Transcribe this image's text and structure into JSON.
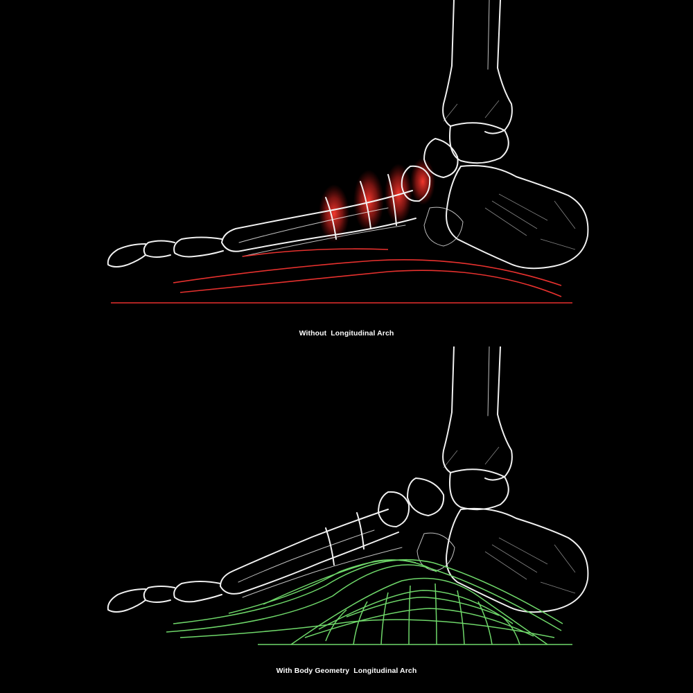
{
  "colors": {
    "background": "#000000",
    "bone": "#f2f2f2",
    "stress": "#e8312e",
    "support": "#6fd86a"
  },
  "panels": [
    {
      "caption": "Without  Longitudinal Arch",
      "line_color": "#e8312e",
      "highlight": "stress-zones"
    },
    {
      "caption": "With Body Geometry  Longitudinal Arch",
      "line_color": "#6fd86a",
      "highlight": "arch-support-mesh"
    }
  ]
}
